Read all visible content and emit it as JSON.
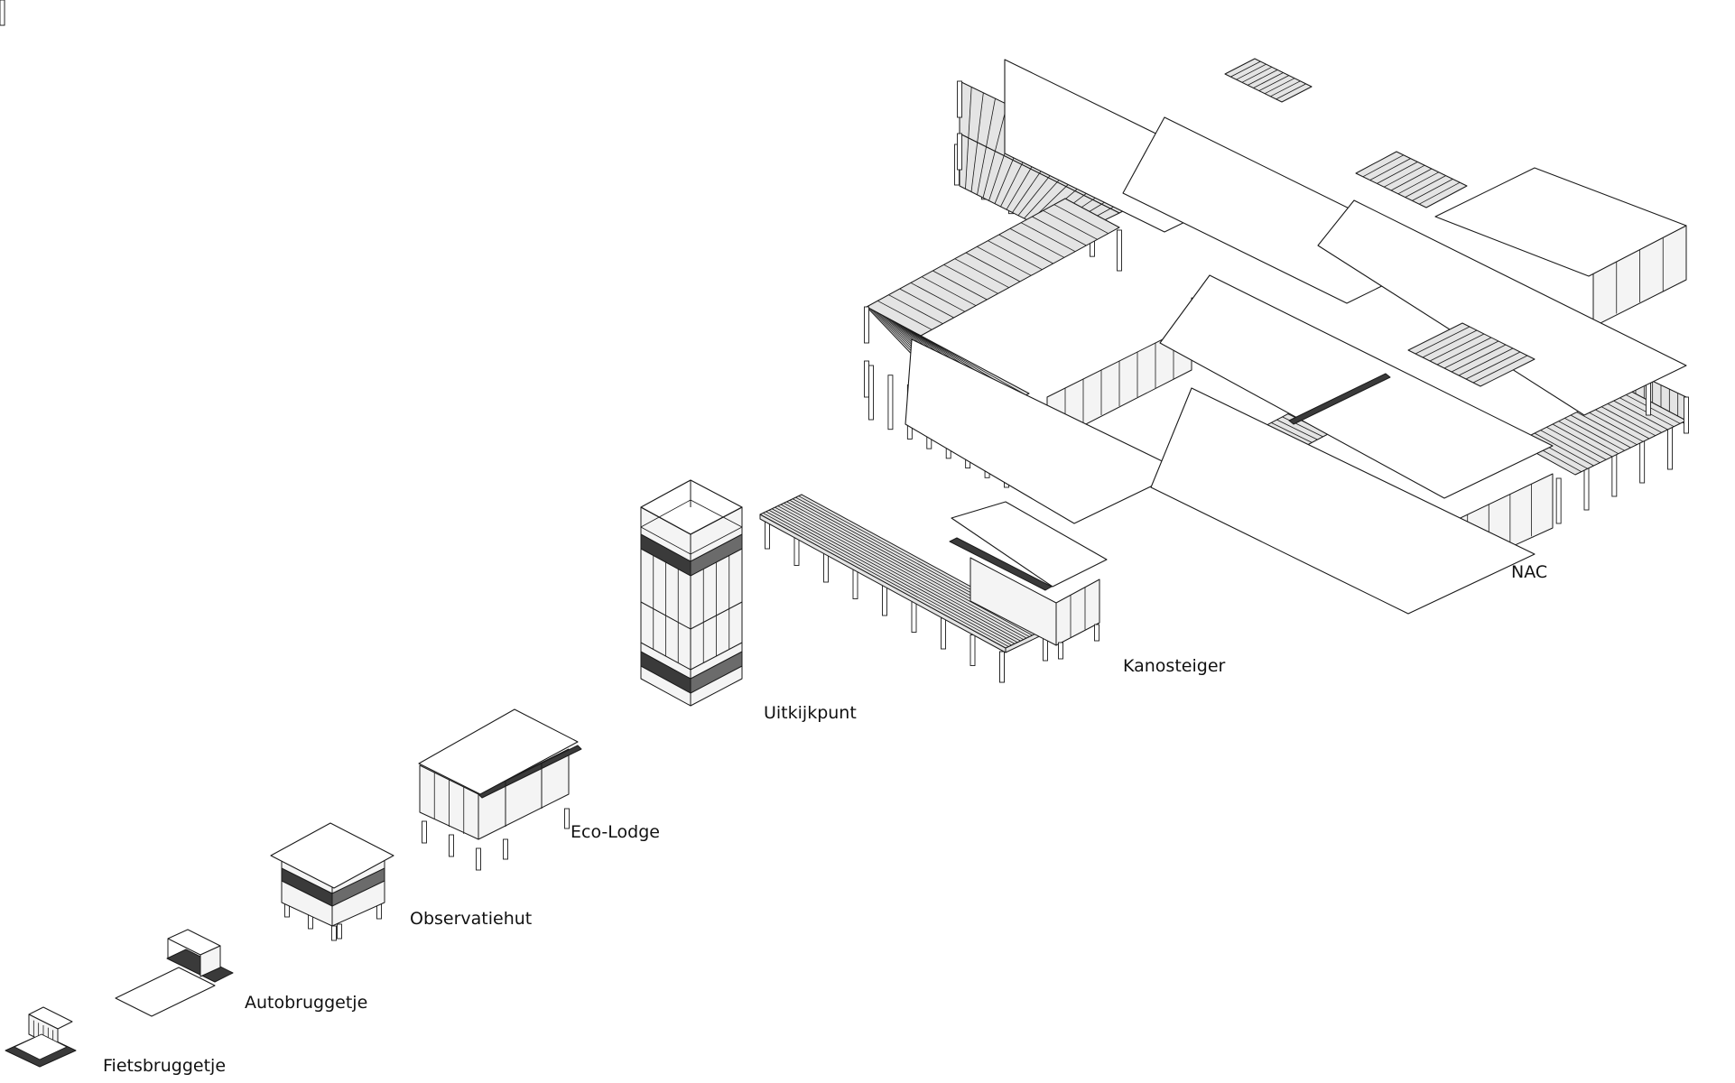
{
  "diagram": {
    "stroke_color": "#1a1a1a",
    "roof_fill": "#ffffff",
    "wall_fill": "#f4f4f4",
    "deck_fill": "#e4e4e4",
    "dark_fill": "#3a3a3a",
    "labels": {
      "nac": "NAC",
      "kanosteiger": "Kanosteiger",
      "uitkijkpunt": "Uitkijkpunt",
      "eco_lodge": "Eco-Lodge",
      "observatiehut": "Observatiehut",
      "autobruggetje": "Autobruggetje",
      "fietsbruggetje": "Fietsbruggetje"
    }
  }
}
